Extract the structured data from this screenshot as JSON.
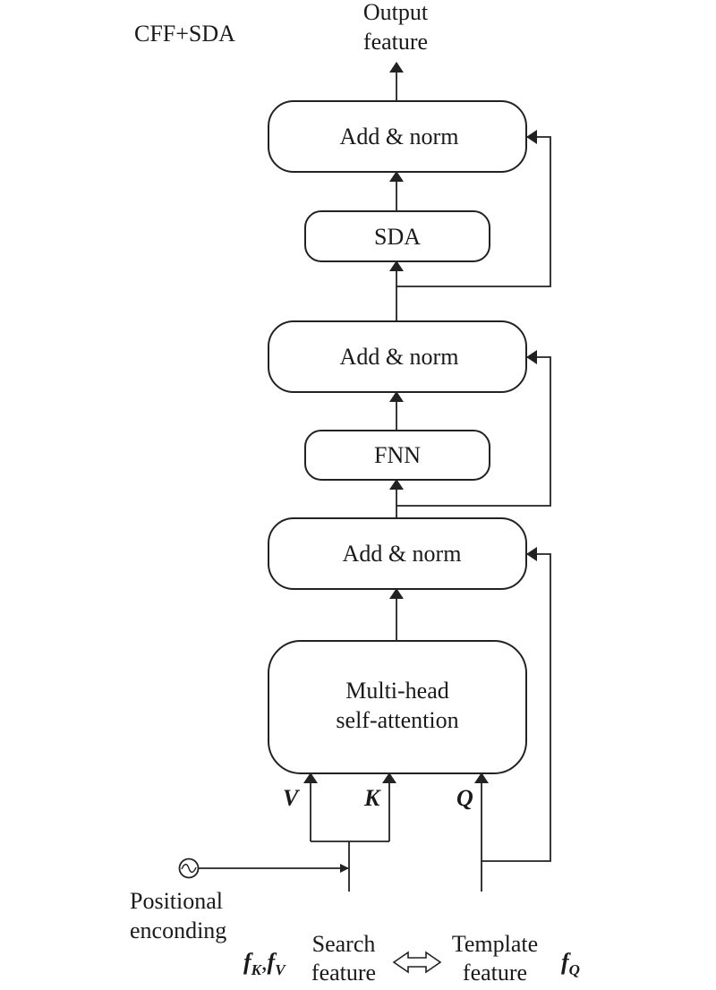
{
  "figure_label": "CFF+SDA",
  "output": {
    "line1": "Output",
    "line2": "feature"
  },
  "blocks": {
    "add_norm_top": "Add & norm",
    "sda": "SDA",
    "add_norm_mid": "Add & norm",
    "fnn": "FNN",
    "add_norm_low": "Add & norm",
    "mhsa_line1": "Multi-head",
    "mhsa_line2": "self-attention"
  },
  "inputs": {
    "v": "V",
    "k": "K",
    "q": "Q"
  },
  "positional": {
    "line1": "Positional",
    "line2": "enconding"
  },
  "search": {
    "symbol_f1": "f",
    "symbol_sub1": "K",
    "symbol_sep": ",",
    "symbol_f2": "f",
    "symbol_sub2": "V",
    "line1": "Search",
    "line2": "feature"
  },
  "template": {
    "line1": "Template",
    "line2": "feature",
    "symbol_f": "f",
    "symbol_sub": "Q"
  },
  "colors": {
    "stroke": "#222222",
    "background": "#ffffff",
    "text": "#1a1a1a"
  }
}
